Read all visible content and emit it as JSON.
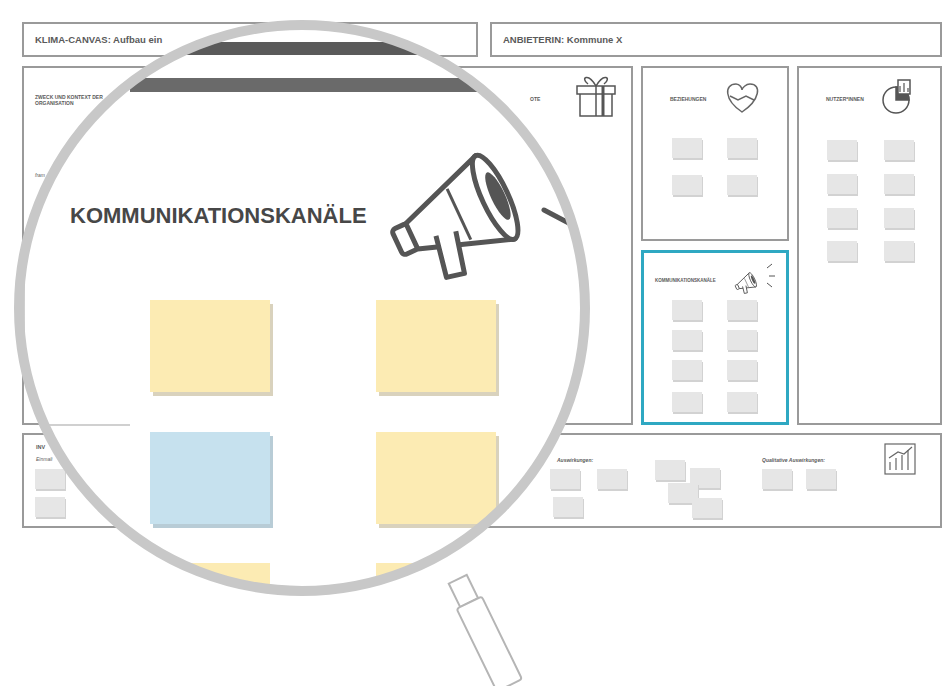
{
  "diagram": {
    "nodes": [
      {
        "text": [
          "KLIMA-CANVAS: Aufbau ein"
        ]
      },
      {
        "text": [
          "ANBIETERIN: Kommune X"
        ]
      },
      {
        "text": [
          "ZWECK UND KONTEXT DER ORGANISATION",
          "fram"
        ]
      },
      {
        "text": [
          "OTE"
        ]
      },
      {
        "text": [
          "BEZIEHUNGEN"
        ]
      },
      {
        "text": [
          "KOMMUNIKATIONSKANÄLE"
        ]
      },
      {
        "text": [
          "NUTZER*INNEN"
        ]
      },
      {
        "text": [
          "INV",
          "Einmali",
          "Auswirkungen:",
          "Qualitative Auswirkungen:"
        ]
      }
    ],
    "labels": [
      "KOMMUNIKATIONSKANÄLE"
    ]
  }
}
